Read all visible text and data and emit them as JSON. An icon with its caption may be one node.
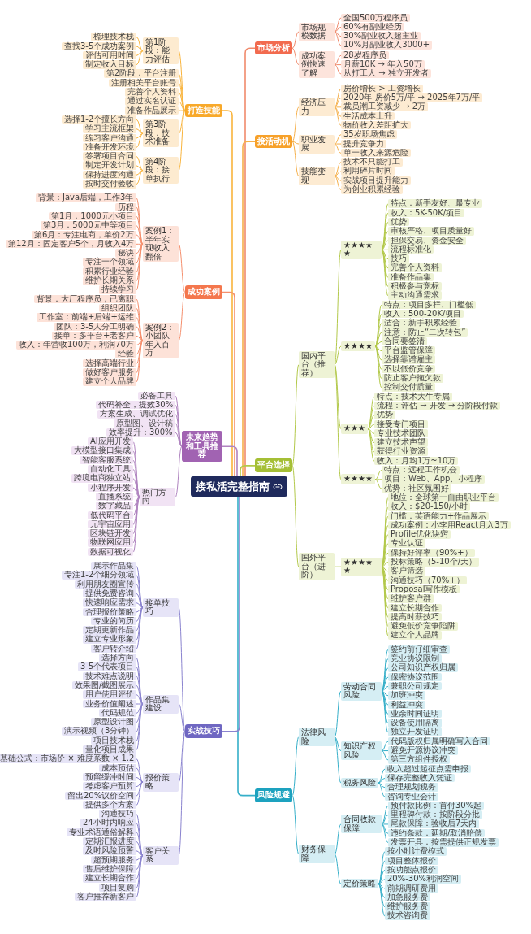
{
  "diagram": {
    "nodes": [
      {
        "text": [
          "接私活完整指南"
        ]
      },
      {
        "text": [
          "市场分析"
        ]
      },
      {
        "text": [
          "市场规模数据"
        ]
      },
      {
        "text": [
          "全国500万程序员"
        ]
      },
      {
        "text": [
          "60%有副业经历"
        ]
      },
      {
        "text": [
          "30%副业收入超主业"
        ]
      },
      {
        "text": [
          "10%月副业收入3000+"
        ]
      },
      {
        "text": [
          "成功案例快速了解"
        ]
      },
      {
        "text": [
          "28岁程序员"
        ]
      },
      {
        "text": [
          "月薪10K → 年入50万"
        ]
      },
      {
        "text": [
          "从打工人 → 独立开发者"
        ]
      },
      {
        "text": [
          "接活动机"
        ]
      },
      {
        "text": [
          "经济压力"
        ]
      },
      {
        "text": [
          "房价增长 > 工资增长"
        ]
      },
      {
        "text": [
          "2020年 房价5万/平 → 2025年7万/平"
        ]
      },
      {
        "text": [
          "裁员潮工资减少 → 2万"
        ]
      },
      {
        "text": [
          "生活成本上升"
        ]
      },
      {
        "text": [
          "物价收入差距扩大"
        ]
      },
      {
        "text": [
          "职业发展"
        ]
      },
      {
        "text": [
          "35岁职场焦虑"
        ]
      },
      {
        "text": [
          "提升竞争力"
        ]
      },
      {
        "text": [
          "单一收入来源危险"
        ]
      },
      {
        "text": [
          "技能变现"
        ]
      },
      {
        "text": [
          "技术不只能打工"
        ]
      },
      {
        "text": [
          "利用碎片时间"
        ]
      },
      {
        "text": [
          "实战项目提升能力"
        ]
      },
      {
        "text": [
          "为创业积累经验"
        ]
      },
      {
        "text": [
          "平台选择"
        ]
      },
      {
        "text": [
          "国内平台（推荐）"
        ]
      },
      {
        "text": [
          "★★★★★"
        ]
      },
      {
        "text": [
          "特点：新手友好、最专业"
        ]
      },
      {
        "text": [
          "收入：5K-50K/项目"
        ]
      },
      {
        "text": [
          "优势"
        ]
      },
      {
        "text": [
          "审核严格、项目质量好"
        ]
      },
      {
        "text": [
          "担保交易、资金安全"
        ]
      },
      {
        "text": [
          "流程标准化"
        ]
      },
      {
        "text": [
          "技巧"
        ]
      },
      {
        "text": [
          "完善个人资料"
        ]
      },
      {
        "text": [
          "准备作品集"
        ]
      },
      {
        "text": [
          "积极参与竞标"
        ]
      },
      {
        "text": [
          "主动沟通需求"
        ]
      },
      {
        "text": [
          "★★★★"
        ]
      },
      {
        "text": [
          "特点：项目多样、门槛低"
        ]
      },
      {
        "text": [
          "收入：500-20K/项目"
        ]
      },
      {
        "text": [
          "适合：新手积累经验"
        ]
      },
      {
        "text": [
          "注意：防止“二次转包”"
        ]
      },
      {
        "text": [
          "合同要签清"
        ]
      },
      {
        "text": [
          "平台监管保障"
        ]
      },
      {
        "text": [
          "选择靠谱雇主"
        ]
      },
      {
        "text": [
          "不以低价竞争"
        ]
      },
      {
        "text": [
          "防止客户拖欠款"
        ]
      },
      {
        "text": [
          "控制交付质量"
        ]
      },
      {
        "text": [
          "★★★"
        ]
      },
      {
        "text": [
          "特点：技术大牛专属"
        ]
      },
      {
        "text": [
          "流程：评估 → 开发 → 分阶段付款"
        ]
      },
      {
        "text": [
          "优势"
        ]
      },
      {
        "text": [
          "接受专门项目"
        ]
      },
      {
        "text": [
          "专业技术团队"
        ]
      },
      {
        "text": [
          "建立技术声望"
        ]
      },
      {
        "text": [
          "获得行业资源"
        ]
      },
      {
        "text": [
          "收入：月均1万~10万"
        ]
      },
      {
        "text": [
          "★★★★"
        ]
      },
      {
        "text": [
          "特点：远程工作机会"
        ]
      },
      {
        "text": [
          "项目：Web、App、小程序"
        ]
      },
      {
        "text": [
          "优势：社区氛围好"
        ]
      },
      {
        "text": [
          "国外平台（进阶）"
        ]
      },
      {
        "text": [
          "★★★★★"
        ]
      },
      {
        "text": [
          "地位：全球第一自由职业平台"
        ]
      },
      {
        "text": [
          "收入：$20-150/小时"
        ]
      },
      {
        "text": [
          "门槛：英语能力+作品展示"
        ]
      },
      {
        "text": [
          "成功案例：小李用React月入3万"
        ]
      },
      {
        "text": [
          "Profile优化诀窍"
        ]
      },
      {
        "text": [
          "专业认证"
        ]
      },
      {
        "text": [
          "保持好评率（90%+）"
        ]
      },
      {
        "text": [
          "投标策略（5-10个/天）"
        ]
      },
      {
        "text": [
          "客户筛选"
        ]
      },
      {
        "text": [
          "沟通技巧（70%+）"
        ]
      },
      {
        "text": [
          "Proposal写作模板"
        ]
      },
      {
        "text": [
          "维护客户群"
        ]
      },
      {
        "text": [
          "建立长期合作"
        ]
      },
      {
        "text": [
          "提高时薪技巧"
        ]
      },
      {
        "text": [
          "避免低价竞争陷阱"
        ]
      },
      {
        "text": [
          "建立个人品牌"
        ]
      },
      {
        "text": [
          "风险规避"
        ]
      },
      {
        "text": [
          "法律风险"
        ]
      },
      {
        "text": [
          "劳动合同风险"
        ]
      },
      {
        "text": [
          "签约前仔细审查"
        ]
      },
      {
        "text": [
          "竞业协议限制"
        ]
      },
      {
        "text": [
          "公司知识产权归属"
        ]
      },
      {
        "text": [
          "保密协议范围"
        ]
      },
      {
        "text": [
          "兼职公司规定"
        ]
      },
      {
        "text": [
          "加班冲突"
        ]
      },
      {
        "text": [
          "利益冲突"
        ]
      },
      {
        "text": [
          "业余时间证明"
        ]
      },
      {
        "text": [
          "设备使用隔离"
        ]
      },
      {
        "text": [
          "独立开发证明"
        ]
      },
      {
        "text": [
          "知识产权风险"
        ]
      },
      {
        "text": [
          "代码版权归属明确写入合同"
        ]
      },
      {
        "text": [
          "避免开源协议冲突"
        ]
      },
      {
        "text": [
          "第三方组件授权"
        ]
      },
      {
        "text": [
          "税务风险"
        ]
      },
      {
        "text": [
          "收入超过起征点需申报"
        ]
      },
      {
        "text": [
          "保存完整收入凭证"
        ]
      },
      {
        "text": [
          "合理规划税务"
        ]
      },
      {
        "text": [
          "咨询专业会计"
        ]
      },
      {
        "text": [
          "财务保障"
        ]
      },
      {
        "text": [
          "合同收款保障"
        ]
      },
      {
        "text": [
          "预付款比例：首付30%起"
        ]
      },
      {
        "text": [
          "里程碑付款：按阶段分批"
        ]
      },
      {
        "text": [
          "尾款保障：验收后7天内"
        ]
      },
      {
        "text": [
          "违约条款：延期/取消赔偿"
        ]
      },
      {
        "text": [
          "发票开具：按需提供正规发票"
        ]
      },
      {
        "text": [
          "定价策略"
        ]
      },
      {
        "text": [
          "按小时计费模式"
        ]
      },
      {
        "text": [
          "项目整体报价"
        ]
      },
      {
        "text": [
          "按功能点报价"
        ]
      },
      {
        "text": [
          "20%-30%利润空间"
        ]
      },
      {
        "text": [
          "前期调研费用"
        ]
      },
      {
        "text": [
          "加急服务费"
        ]
      },
      {
        "text": [
          "维护服务费"
        ]
      },
      {
        "text": [
          "技术咨询费"
        ]
      },
      {
        "text": [
          "打造技能"
        ]
      },
      {
        "text": [
          "第1阶段：能力评估"
        ]
      },
      {
        "text": [
          "梳理技术栈"
        ]
      },
      {
        "text": [
          "查找3-5个成功案例"
        ]
      },
      {
        "text": [
          "评估可用时间"
        ]
      },
      {
        "text": [
          "制定收入目标"
        ]
      },
      {
        "text": [
          "第2阶段：平台注册"
        ]
      },
      {
        "text": [
          "注册相关平台账号"
        ]
      },
      {
        "text": [
          "完善个人资料"
        ]
      },
      {
        "text": [
          "通过实名认证"
        ]
      },
      {
        "text": [
          "准备作品展示"
        ]
      },
      {
        "text": [
          "第3阶段：技术准备"
        ]
      },
      {
        "text": [
          "选择1-2个擅长方向"
        ]
      },
      {
        "text": [
          "学习主流框架"
        ]
      },
      {
        "text": [
          "练习客户沟通"
        ]
      },
      {
        "text": [
          "准备开发环境"
        ]
      },
      {
        "text": [
          "第4阶段：接单执行"
        ]
      },
      {
        "text": [
          "签署项目合同"
        ]
      },
      {
        "text": [
          "制定开发计划"
        ]
      },
      {
        "text": [
          "保持进度沟通"
        ]
      },
      {
        "text": [
          "按时交付验收"
        ]
      },
      {
        "text": [
          "成功案例"
        ]
      },
      {
        "text": [
          "案例1：半年实现收入翻倍"
        ]
      },
      {
        "text": [
          "背景：Java后端，工作3年"
        ]
      },
      {
        "text": [
          "历程"
        ]
      },
      {
        "text": [
          "第1月：1000元小项目"
        ]
      },
      {
        "text": [
          "第3月：5000元中等项目"
        ]
      },
      {
        "text": [
          "第6月：专注电商，单价2万"
        ]
      },
      {
        "text": [
          "第12月：固定客户5个，月收入4万"
        ]
      },
      {
        "text": [
          "秘诀"
        ]
      },
      {
        "text": [
          "专注一个领域"
        ]
      },
      {
        "text": [
          "积累行业经验"
        ]
      },
      {
        "text": [
          "维护长期关系"
        ]
      },
      {
        "text": [
          "持续学习"
        ]
      },
      {
        "text": [
          "案例2：小团队年入百万"
        ]
      },
      {
        "text": [
          "背景：大厂程序员，已离职"
        ]
      },
      {
        "text": [
          "组织团队"
        ]
      },
      {
        "text": [
          "工作室：前端+后端+运维"
        ]
      },
      {
        "text": [
          "团队：3-5人分工明确"
        ]
      },
      {
        "text": [
          "接单：多平台+老客户"
        ]
      },
      {
        "text": [
          "收入：年营收100万，利润70万"
        ]
      },
      {
        "text": [
          "经验"
        ]
      },
      {
        "text": [
          "选择高端行业"
        ]
      },
      {
        "text": [
          "做好客户服务"
        ]
      },
      {
        "text": [
          "建立个人品牌"
        ]
      },
      {
        "text": [
          "未来趋势和工具推荐"
        ]
      },
      {
        "text": [
          "必备工具"
        ]
      },
      {
        "text": [
          "代码补全，提效30%"
        ]
      },
      {
        "text": [
          "方案生成、调试优化"
        ]
      },
      {
        "text": [
          "原型图、设计稿"
        ]
      },
      {
        "text": [
          "效率提升：300%"
        ]
      },
      {
        "text": [
          "热门方向"
        ]
      },
      {
        "text": [
          "AI应用开发"
        ]
      },
      {
        "text": [
          "大模型接口集成"
        ]
      },
      {
        "text": [
          "智能客服系统"
        ]
      },
      {
        "text": [
          "自动化工具"
        ]
      },
      {
        "text": [
          "跨境电商独立站"
        ]
      },
      {
        "text": [
          "小程序开发"
        ]
      },
      {
        "text": [
          "直播系统"
        ]
      },
      {
        "text": [
          "数字藏品"
        ]
      },
      {
        "text": [
          "低代码平台"
        ]
      },
      {
        "text": [
          "元宇宙应用"
        ]
      },
      {
        "text": [
          "区块链开发"
        ]
      },
      {
        "text": [
          "物联网应用"
        ]
      },
      {
        "text": [
          "数据可视化"
        ]
      },
      {
        "text": [
          "实战技巧"
        ]
      },
      {
        "text": [
          "接单技巧"
        ]
      },
      {
        "text": [
          "展示作品集"
        ]
      },
      {
        "text": [
          "专注1-2个细分领域"
        ]
      },
      {
        "text": [
          "利用朋友圈宣传"
        ]
      },
      {
        "text": [
          "提供免费咨询"
        ]
      },
      {
        "text": [
          "快速响应需求"
        ]
      },
      {
        "text": [
          "合理报价策略"
        ]
      },
      {
        "text": [
          "专业的简历"
        ]
      },
      {
        "text": [
          "定期更新作品"
        ]
      },
      {
        "text": [
          "建立专业形象"
        ]
      },
      {
        "text": [
          "客户转介绍"
        ]
      },
      {
        "text": [
          "作品集建设"
        ]
      },
      {
        "text": [
          "选择方向"
        ]
      },
      {
        "text": [
          "3-5个代表项目"
        ]
      },
      {
        "text": [
          "技术难点说明"
        ]
      },
      {
        "text": [
          "效果图/截图展示"
        ]
      },
      {
        "text": [
          "用户使用评价"
        ]
      },
      {
        "text": [
          "业务价值阐述"
        ]
      },
      {
        "text": [
          "代码规范"
        ]
      },
      {
        "text": [
          "原型设计图"
        ]
      },
      {
        "text": [
          "演示视频（3分钟）"
        ]
      },
      {
        "text": [
          "项目技术栈"
        ]
      },
      {
        "text": [
          "量化项目成果"
        ]
      },
      {
        "text": [
          "报价策略"
        ]
      },
      {
        "text": [
          "基础公式：市场价 × 难度系数 × 1.2"
        ]
      },
      {
        "text": [
          "成本预估"
        ]
      },
      {
        "text": [
          "预留缓冲时间"
        ]
      },
      {
        "text": [
          "考虑客户预算"
        ]
      },
      {
        "text": [
          "留出20%议价空间"
        ]
      },
      {
        "text": [
          "提供多个方案"
        ]
      },
      {
        "text": [
          "客户关系"
        ]
      },
      {
        "text": [
          "沟通技巧"
        ]
      },
      {
        "text": [
          "24小时内响应"
        ]
      },
      {
        "text": [
          "专业术语通俗解释"
        ]
      },
      {
        "text": [
          "定期汇报进度"
        ]
      },
      {
        "text": [
          "及时风险预警"
        ]
      },
      {
        "text": [
          "超预期服务"
        ]
      },
      {
        "text": [
          "售后维护保障"
        ]
      },
      {
        "text": [
          "建立长期合作"
        ]
      },
      {
        "text": [
          "项目复购"
        ]
      },
      {
        "text": [
          "客户推荐新客户"
        ]
      }
    ],
    "edges": [
      {
        "from": 0,
        "to": 1,
        "arrow": "none",
        "color": "#f08a6c"
      },
      {
        "from": 1,
        "to": 2,
        "arrow": "none",
        "color": "#f08a6c"
      },
      {
        "from": 2,
        "to": 3,
        "arrow": "none",
        "color": "#f08a6c"
      },
      {
        "from": 2,
        "to": 4,
        "arrow": "none",
        "color": "#f08a6c"
      },
      {
        "from": 2,
        "to": 5,
        "arrow": "none",
        "color": "#f08a6c"
      },
      {
        "from": 2,
        "to": 6,
        "arrow": "none",
        "color": "#f08a6c"
      },
      {
        "from": 1,
        "to": 7,
        "arrow": "none",
        "color": "#f08a6c"
      },
      {
        "from": 7,
        "to": 8,
        "arrow": "none",
        "color": "#f08a6c"
      },
      {
        "from": 7,
        "to": 9,
        "arrow": "none",
        "color": "#f08a6c"
      },
      {
        "from": 7,
        "to": 10,
        "arrow": "none",
        "color": "#f08a6c"
      },
      {
        "from": 0,
        "to": 11,
        "arrow": "none",
        "color": "#f6b04a"
      },
      {
        "from": 11,
        "to": 12,
        "arrow": "none",
        "color": "#f6b04a"
      },
      {
        "from": 12,
        "to": 13,
        "arrow": "none",
        "color": "#f6b04a"
      },
      {
        "from": 12,
        "to": 14,
        "arrow": "none",
        "color": "#f6b04a"
      },
      {
        "from": 12,
        "to": 15,
        "arrow": "none",
        "color": "#f6b04a"
      },
      {
        "from": 12,
        "to": 16,
        "arrow": "none",
        "color": "#f6b04a"
      },
      {
        "from": 12,
        "to": 17,
        "arrow": "none",
        "color": "#f6b04a"
      },
      {
        "from": 11,
        "to": 18,
        "arrow": "none",
        "color": "#f6b04a"
      },
      {
        "from": 18,
        "to": 19,
        "arrow": "none",
        "color": "#f6b04a"
      },
      {
        "from": 18,
        "to": 20,
        "arrow": "none",
        "color": "#f6b04a"
      },
      {
        "from": 18,
        "to": 21,
        "arrow": "none",
        "color": "#f6b04a"
      },
      {
        "from": 11,
        "to": 22,
        "arrow": "none",
        "color": "#f6b04a"
      },
      {
        "from": 22,
        "to": 23,
        "arrow": "none",
        "color": "#f6b04a"
      },
      {
        "from": 22,
        "to": 24,
        "arrow": "none",
        "color": "#f6b04a"
      },
      {
        "from": 22,
        "to": 25,
        "arrow": "none",
        "color": "#f6b04a"
      },
      {
        "from": 22,
        "to": 26,
        "arrow": "none",
        "color": "#f6b04a"
      },
      {
        "from": 0,
        "to": 27,
        "arrow": "none"
      },
      {
        "from": 27,
        "to": 28,
        "arrow": "none"
      },
      {
        "from": 28,
        "to": 29,
        "arrow": "none"
      },
      {
        "from": 29,
        "to": 30,
        "arrow": "none"
      },
      {
        "from": 29,
        "to": 31,
        "arrow": "none"
      },
      {
        "from": 29,
        "to": 32,
        "arrow": "none"
      },
      {
        "from": 29,
        "to": 33,
        "arrow": "none"
      },
      {
        "from": 29,
        "to": 34,
        "arrow": "none"
      },
      {
        "from": 29,
        "to": 35,
        "arrow": "none"
      },
      {
        "from": 29,
        "to": 36,
        "arrow": "none"
      },
      {
        "from": 29,
        "to": 37,
        "arrow": "none"
      },
      {
        "from": 29,
        "to": 38,
        "arrow": "none"
      },
      {
        "from": 29,
        "to": 39,
        "arrow": "none"
      },
      {
        "from": 29,
        "to": 40,
        "arrow": "none"
      },
      {
        "from": 28,
        "to": 41,
        "arrow": "none"
      },
      {
        "from": 41,
        "to": 42,
        "arrow": "none"
      },
      {
        "from": 41,
        "to": 43,
        "arrow": "none"
      },
      {
        "from": 41,
        "to": 44,
        "arrow": "none"
      },
      {
        "from": 41,
        "to": 45,
        "arrow": "none"
      },
      {
        "from": 41,
        "to": 46,
        "arrow": "none"
      },
      {
        "from": 41,
        "to": 47,
        "arrow": "none"
      },
      {
        "from": 41,
        "to": 48,
        "arrow": "none"
      },
      {
        "from": 41,
        "to": 49,
        "arrow": "none"
      },
      {
        "from": 41,
        "to": 50,
        "arrow": "none"
      },
      {
        "from": 41,
        "to": 51,
        "arrow": "none"
      },
      {
        "from": 28,
        "to": 52,
        "arrow": "none"
      },
      {
        "from": 52,
        "to": 53,
        "arrow": "none"
      },
      {
        "from": 52,
        "to": 54,
        "arrow": "none"
      },
      {
        "from": 52,
        "to": 55,
        "arrow": "none"
      },
      {
        "from": 52,
        "to": 56,
        "arrow": "none"
      },
      {
        "from": 52,
        "to": 57,
        "arrow": "none"
      },
      {
        "from": 52,
        "to": 58,
        "arrow": "none"
      },
      {
        "from": 52,
        "to": 59,
        "arrow": "none"
      },
      {
        "from": 52,
        "to": 60,
        "arrow": "none"
      },
      {
        "from": 28,
        "to": 61,
        "arrow": "none"
      },
      {
        "from": 61,
        "to": 62,
        "arrow": "none"
      },
      {
        "from": 61,
        "to": 63,
        "arrow": "none"
      },
      {
        "from": 61,
        "to": 64,
        "arrow": "none"
      },
      {
        "from": 27,
        "to": 65,
        "arrow": "none"
      },
      {
        "from": 65,
        "to": 66,
        "arrow": "none"
      },
      {
        "from": 66,
        "to": 67,
        "arrow": "none"
      },
      {
        "from": 66,
        "to": 68,
        "arrow": "none"
      },
      {
        "from": 66,
        "to": 69,
        "arrow": "none"
      },
      {
        "from": 66,
        "to": 70,
        "arrow": "none"
      },
      {
        "from": 66,
        "to": 71,
        "arrow": "none"
      },
      {
        "from": 66,
        "to": 72,
        "arrow": "none"
      },
      {
        "from": 66,
        "to": 73,
        "arrow": "none"
      },
      {
        "from": 66,
        "to": 74,
        "arrow": "none"
      },
      {
        "from": 66,
        "to": 75,
        "arrow": "none"
      },
      {
        "from": 66,
        "to": 76,
        "arrow": "none"
      },
      {
        "from": 66,
        "to": 77,
        "arrow": "none"
      },
      {
        "from": 66,
        "to": 78,
        "arrow": "none"
      },
      {
        "from": 66,
        "to": 79,
        "arrow": "none"
      },
      {
        "from": 66,
        "to": 80,
        "arrow": "none"
      },
      {
        "from": 66,
        "to": 81,
        "arrow": "none"
      },
      {
        "from": 66,
        "to": 82,
        "arrow": "none"
      },
      {
        "from": 0,
        "to": 83,
        "arrow": "none",
        "color": "#35afc9"
      },
      {
        "from": 83,
        "to": 84,
        "arrow": "none",
        "color": "#35afc9"
      },
      {
        "from": 84,
        "to": 85,
        "arrow": "none",
        "color": "#35afc9"
      },
      {
        "from": 85,
        "to": 86,
        "arrow": "none",
        "color": "#35afc9"
      },
      {
        "from": 85,
        "to": 87,
        "arrow": "none",
        "color": "#35afc9"
      },
      {
        "from": 85,
        "to": 88,
        "arrow": "none",
        "color": "#35afc9"
      },
      {
        "from": 85,
        "to": 89,
        "arrow": "none",
        "color": "#35afc9"
      },
      {
        "from": 85,
        "to": 90,
        "arrow": "none",
        "color": "#35afc9"
      },
      {
        "from": 85,
        "to": 91,
        "arrow": "none",
        "color": "#35afc9"
      },
      {
        "from": 85,
        "to": 92,
        "arrow": "none",
        "color": "#35afc9"
      },
      {
        "from": 85,
        "to": 93,
        "arrow": "none",
        "color": "#35afc9"
      },
      {
        "from": 85,
        "to": 94,
        "arrow": "none",
        "color": "#35afc9"
      },
      {
        "from": 85,
        "to": 95,
        "arrow": "none",
        "color": "#35afc9"
      },
      {
        "from": 84,
        "to": 96,
        "arrow": "none",
        "color": "#35afc9"
      },
      {
        "from": 96,
        "to": 97,
        "arrow": "none",
        "color": "#35afc9"
      },
      {
        "from": 96,
        "to": 98,
        "arrow": "none",
        "color": "#35afc9"
      },
      {
        "from": 96,
        "to": 99,
        "arrow": "none",
        "color": "#35afc9"
      },
      {
        "from": 84,
        "to": 100,
        "arrow": "none",
        "color": "#35afc9"
      },
      {
        "from": 100,
        "to": 101,
        "arrow": "none",
        "color": "#35afc9"
      },
      {
        "from": 100,
        "to": 102,
        "arrow": "none",
        "color": "#35afc9"
      },
      {
        "from": 100,
        "to": 103,
        "arrow": "none",
        "color": "#35afc9"
      },
      {
        "from": 100,
        "to": 104,
        "arrow": "none",
        "color": "#35afc9"
      },
      {
        "from": 83,
        "to": 105,
        "arrow": "none",
        "color": "#35afc9"
      },
      {
        "from": 105,
        "to": 106,
        "arrow": "none",
        "color": "#35afc9"
      },
      {
        "from": 106,
        "to": 107,
        "arrow": "none",
        "color": "#35afc9"
      },
      {
        "from": 106,
        "to": 108,
        "arrow": "none",
        "color": "#35afc9"
      },
      {
        "from": 106,
        "to": 109,
        "arrow": "none",
        "color": "#35afc9"
      },
      {
        "from": 106,
        "to": 110,
        "arrow": "none",
        "color": "#35afc9"
      },
      {
        "from": 106,
        "to": 111,
        "arrow": "none",
        "color": "#35afc9"
      },
      {
        "from": 105,
        "to": 112,
        "arrow": "none",
        "color": "#35afc9"
      },
      {
        "from": 112,
        "to": 113,
        "arrow": "none",
        "color": "#35afc9"
      },
      {
        "from": 112,
        "to": 114,
        "arrow": "none",
        "color": "#35afc9"
      },
      {
        "from": 112,
        "to": 115,
        "arrow": "none",
        "color": "#35afc9"
      },
      {
        "from": 112,
        "to": 116,
        "arrow": "none",
        "color": "#35afc9"
      },
      {
        "from": 112,
        "to": 117,
        "arrow": "none",
        "color": "#35afc9"
      },
      {
        "from": 112,
        "to": 118,
        "arrow": "none",
        "color": "#35afc9"
      },
      {
        "from": 112,
        "to": 119,
        "arrow": "none",
        "color": "#35afc9"
      },
      {
        "from": 112,
        "to": 120,
        "arrow": "none",
        "color": "#35afc9"
      },
      {
        "from": 0,
        "to": 121,
        "arrow": "none",
        "color": "#f9b43c"
      },
      {
        "from": 121,
        "to": 122,
        "arrow": "none",
        "color": "#f9b43c"
      },
      {
        "from": 122,
        "to": 123,
        "arrow": "none",
        "color": "#f9b43c"
      },
      {
        "from": 122,
        "to": 124,
        "arrow": "none",
        "color": "#f9b43c"
      },
      {
        "from": 122,
        "to": 125,
        "arrow": "none",
        "color": "#f9b43c"
      },
      {
        "from": 122,
        "to": 126,
        "arrow": "none",
        "color": "#f9b43c"
      },
      {
        "from": 121,
        "to": 127,
        "arrow": "none",
        "color": "#f9b43c"
      },
      {
        "from": 121,
        "to": 128,
        "arrow": "none",
        "color": "#f9b43c"
      },
      {
        "from": 121,
        "to": 129,
        "arrow": "none",
        "color": "#f9b43c"
      },
      {
        "from": 121,
        "to": 130,
        "arrow": "none",
        "color": "#f9b43c"
      },
      {
        "from": 121,
        "to": 131,
        "arrow": "none",
        "color": "#f9b43c"
      },
      {
        "from": 121,
        "to": 132,
        "arrow": "none",
        "color": "#f9b43c"
      },
      {
        "from": 132,
        "to": 133,
        "arrow": "none",
        "color": "#f9b43c"
      },
      {
        "from": 132,
        "to": 134,
        "arrow": "none",
        "color": "#f9b43c"
      },
      {
        "from": 132,
        "to": 135,
        "arrow": "none",
        "color": "#f9b43c"
      },
      {
        "from": 132,
        "to": 136,
        "arrow": "none",
        "color": "#f9b43c"
      },
      {
        "from": 121,
        "to": 137,
        "arrow": "none",
        "color": "#f9b43c"
      },
      {
        "from": 137,
        "to": 138,
        "arrow": "none",
        "color": "#f9b43c"
      },
      {
        "from": 137,
        "to": 139,
        "arrow": "none",
        "color": "#f9b43c"
      },
      {
        "from": 137,
        "to": 140,
        "arrow": "none",
        "color": "#f9b43c"
      },
      {
        "from": 137,
        "to": 141,
        "arrow": "none",
        "color": "#f9b43c"
      },
      {
        "from": 0,
        "to": 142,
        "arrow": "none",
        "color": "#f58f6d"
      },
      {
        "from": 142,
        "to": 143,
        "arrow": "none",
        "color": "#f58f6d"
      },
      {
        "from": 143,
        "to": 144,
        "arrow": "none",
        "color": "#f58f6d"
      },
      {
        "from": 143,
        "to": 145,
        "arrow": "none",
        "color": "#f58f6d"
      },
      {
        "from": 143,
        "to": 146,
        "arrow": "none",
        "color": "#f58f6d"
      },
      {
        "from": 143,
        "to": 147,
        "arrow": "none",
        "color": "#f58f6d"
      },
      {
        "from": 143,
        "to": 148,
        "arrow": "none",
        "color": "#f58f6d"
      },
      {
        "from": 143,
        "to": 149,
        "arrow": "none",
        "color": "#f58f6d"
      },
      {
        "from": 143,
        "to": 150,
        "arrow": "none",
        "color": "#f58f6d"
      },
      {
        "from": 143,
        "to": 151,
        "arrow": "none",
        "color": "#f58f6d"
      },
      {
        "from": 143,
        "to": 152,
        "arrow": "none",
        "color": "#f58f6d"
      },
      {
        "from": 143,
        "to": 153,
        "arrow": "none",
        "color": "#f58f6d"
      },
      {
        "from": 143,
        "to": 154,
        "arrow": "none",
        "color": "#f58f6d"
      },
      {
        "from": 142,
        "to": 155,
        "arrow": "none",
        "color": "#f58f6d"
      },
      {
        "from": 155,
        "to": 156,
        "arrow": "none",
        "color": "#f58f6d"
      },
      {
        "from": 155,
        "to": 157,
        "arrow": "none",
        "color": "#f58f6d"
      },
      {
        "from": 155,
        "to": 158,
        "arrow": "none",
        "color": "#f58f6d"
      },
      {
        "from": 155,
        "to": 159,
        "arrow": "none",
        "color": "#f58f6d"
      },
      {
        "from": 155,
        "to": 160,
        "arrow": "none",
        "color": "#f58f6d"
      },
      {
        "from": 155,
        "to": 161,
        "arrow": "none",
        "color": "#f58f6d"
      },
      {
        "from": 155,
        "to": 162,
        "arrow": "none",
        "color": "#f58f6d"
      },
      {
        "from": 155,
        "to": 163,
        "arrow": "none",
        "color": "#f58f6d"
      },
      {
        "from": 155,
        "to": 164,
        "arrow": "none",
        "color": "#f58f6d"
      },
      {
        "from": 155,
        "to": 165,
        "arrow": "none",
        "color": "#f58f6d"
      },
      {
        "from": 0,
        "to": 166,
        "arrow": "none",
        "color": "#b084c0"
      },
      {
        "from": 166,
        "to": 167,
        "arrow": "none",
        "color": "#b084c0"
      },
      {
        "from": 166,
        "to": 168,
        "arrow": "none",
        "color": "#b084c0"
      },
      {
        "from": 166,
        "to": 169,
        "arrow": "none",
        "color": "#b084c0"
      },
      {
        "from": 166,
        "to": 170,
        "arrow": "none",
        "color": "#b084c0"
      },
      {
        "from": 166,
        "to": 171,
        "arrow": "none",
        "color": "#b084c0"
      },
      {
        "from": 166,
        "to": 172,
        "arrow": "none",
        "color": "#b084c0"
      },
      {
        "from": 172,
        "to": 173,
        "arrow": "none",
        "color": "#b084c0"
      },
      {
        "from": 172,
        "to": 174,
        "arrow": "none",
        "color": "#b084c0"
      },
      {
        "from": 172,
        "to": 175,
        "arrow": "none",
        "color": "#b084c0"
      },
      {
        "from": 172,
        "to": 176,
        "arrow": "none",
        "color": "#b084c0"
      },
      {
        "from": 172,
        "to": 177,
        "arrow": "none",
        "color": "#b084c0"
      },
      {
        "from": 172,
        "to": 178,
        "arrow": "none",
        "color": "#b084c0"
      },
      {
        "from": 172,
        "to": 179,
        "arrow": "none",
        "color": "#b084c0"
      },
      {
        "from": 172,
        "to": 180,
        "arrow": "none",
        "color": "#b084c0"
      },
      {
        "from": 172,
        "to": 181,
        "arrow": "none",
        "color": "#b084c0"
      },
      {
        "from": 172,
        "to": 182,
        "arrow": "none",
        "color": "#b084c0"
      },
      {
        "from": 172,
        "to": 183,
        "arrow": "none",
        "color": "#b084c0"
      },
      {
        "from": 172,
        "to": 184,
        "arrow": "none",
        "color": "#b084c0"
      },
      {
        "from": 172,
        "to": 185,
        "arrow": "none",
        "color": "#b084c0"
      },
      {
        "from": 0,
        "to": 186,
        "arrow": "none",
        "color": "#8a83cf"
      },
      {
        "from": 186,
        "to": 187,
        "arrow": "none",
        "color": "#8a83cf"
      },
      {
        "from": 187,
        "to": 188,
        "arrow": "none",
        "color": "#8a83cf"
      },
      {
        "from": 187,
        "to": 189,
        "arrow": "none",
        "color": "#8a83cf"
      },
      {
        "from": 187,
        "to": 190,
        "arrow": "none",
        "color": "#8a83cf"
      },
      {
        "from": 187,
        "to": 191,
        "arrow": "none",
        "color": "#8a83cf"
      },
      {
        "from": 187,
        "to": 192,
        "arrow": "none",
        "color": "#8a83cf"
      },
      {
        "from": 187,
        "to": 193,
        "arrow": "none",
        "color": "#8a83cf"
      },
      {
        "from": 187,
        "to": 194,
        "arrow": "none",
        "color": "#8a83cf"
      },
      {
        "from": 187,
        "to": 195,
        "arrow": "none",
        "color": "#8a83cf"
      },
      {
        "from": 187,
        "to": 196,
        "arrow": "none",
        "color": "#8a83cf"
      },
      {
        "from": 187,
        "to": 197,
        "arrow": "none",
        "color": "#8a83cf"
      },
      {
        "from": 186,
        "to": 198,
        "arrow": "none",
        "color": "#8a83cf"
      },
      {
        "from": 198,
        "to": 199,
        "arrow": "none",
        "color": "#8a83cf"
      },
      {
        "from": 198,
        "to": 200,
        "arrow": "none",
        "color": "#8a83cf"
      },
      {
        "from": 198,
        "to": 201,
        "arrow": "none",
        "color": "#8a83cf"
      },
      {
        "from": 198,
        "to": 202,
        "arrow": "none",
        "color": "#8a83cf"
      },
      {
        "from": 198,
        "to": 203,
        "arrow": "none",
        "color": "#8a83cf"
      },
      {
        "from": 198,
        "to": 204,
        "arrow": "none",
        "color": "#8a83cf"
      },
      {
        "from": 198,
        "to": 205,
        "arrow": "none",
        "color": "#8a83cf"
      },
      {
        "from": 198,
        "to": 206,
        "arrow": "none",
        "color": "#8a83cf"
      },
      {
        "from": 198,
        "to": 207,
        "arrow": "none",
        "color": "#8a83cf"
      },
      {
        "from": 198,
        "to": 208,
        "arrow": "none",
        "color": "#8a83cf"
      },
      {
        "from": 198,
        "to": 209,
        "arrow": "none",
        "color": "#8a83cf"
      },
      {
        "from": 186,
        "to": 210,
        "arrow": "none",
        "color": "#8a83cf"
      },
      {
        "from": 210,
        "to": 211,
        "arrow": "none",
        "color": "#8a83cf"
      },
      {
        "from": 210,
        "to": 212,
        "arrow": "none",
        "color": "#8a83cf"
      },
      {
        "from": 210,
        "to": 213,
        "arrow": "none",
        "color": "#8a83cf"
      },
      {
        "from": 210,
        "to": 214,
        "arrow": "none",
        "color": "#8a83cf"
      },
      {
        "from": 210,
        "to": 215,
        "arrow": "none",
        "color": "#8a83cf"
      },
      {
        "from": 210,
        "to": 216,
        "arrow": "none",
        "color": "#8a83cf"
      },
      {
        "from": 186,
        "to": 217,
        "arrow": "none",
        "color": "#8a83cf"
      },
      {
        "from": 217,
        "to": 218,
        "arrow": "none",
        "color": "#8a83cf"
      },
      {
        "from": 217,
        "to": 219,
        "arrow": "none",
        "color": "#8a83cf"
      },
      {
        "from": 217,
        "to": 220,
        "arrow": "none",
        "color": "#8a83cf"
      },
      {
        "from": 217,
        "to": 221,
        "arrow": "none",
        "color": "#8a83cf"
      },
      {
        "from": 217,
        "to": 222,
        "arrow": "none",
        "color": "#8a83cf"
      },
      {
        "from": 217,
        "to": 223,
        "arrow": "none",
        "color": "#8a83cf"
      },
      {
        "from": 217,
        "to": 224,
        "arrow": "none",
        "color": "#8a83cf"
      },
      {
        "from": 217,
        "to": 225,
        "arrow": "none",
        "color": "#8a83cf"
      },
      {
        "from": 217,
        "to": 226,
        "arrow": "none",
        "color": "#8a83cf"
      },
      {
        "from": 217,
        "to": 227,
        "arrow": "none",
        "color": "#8a83cf"
      }
    ]
  }
}
